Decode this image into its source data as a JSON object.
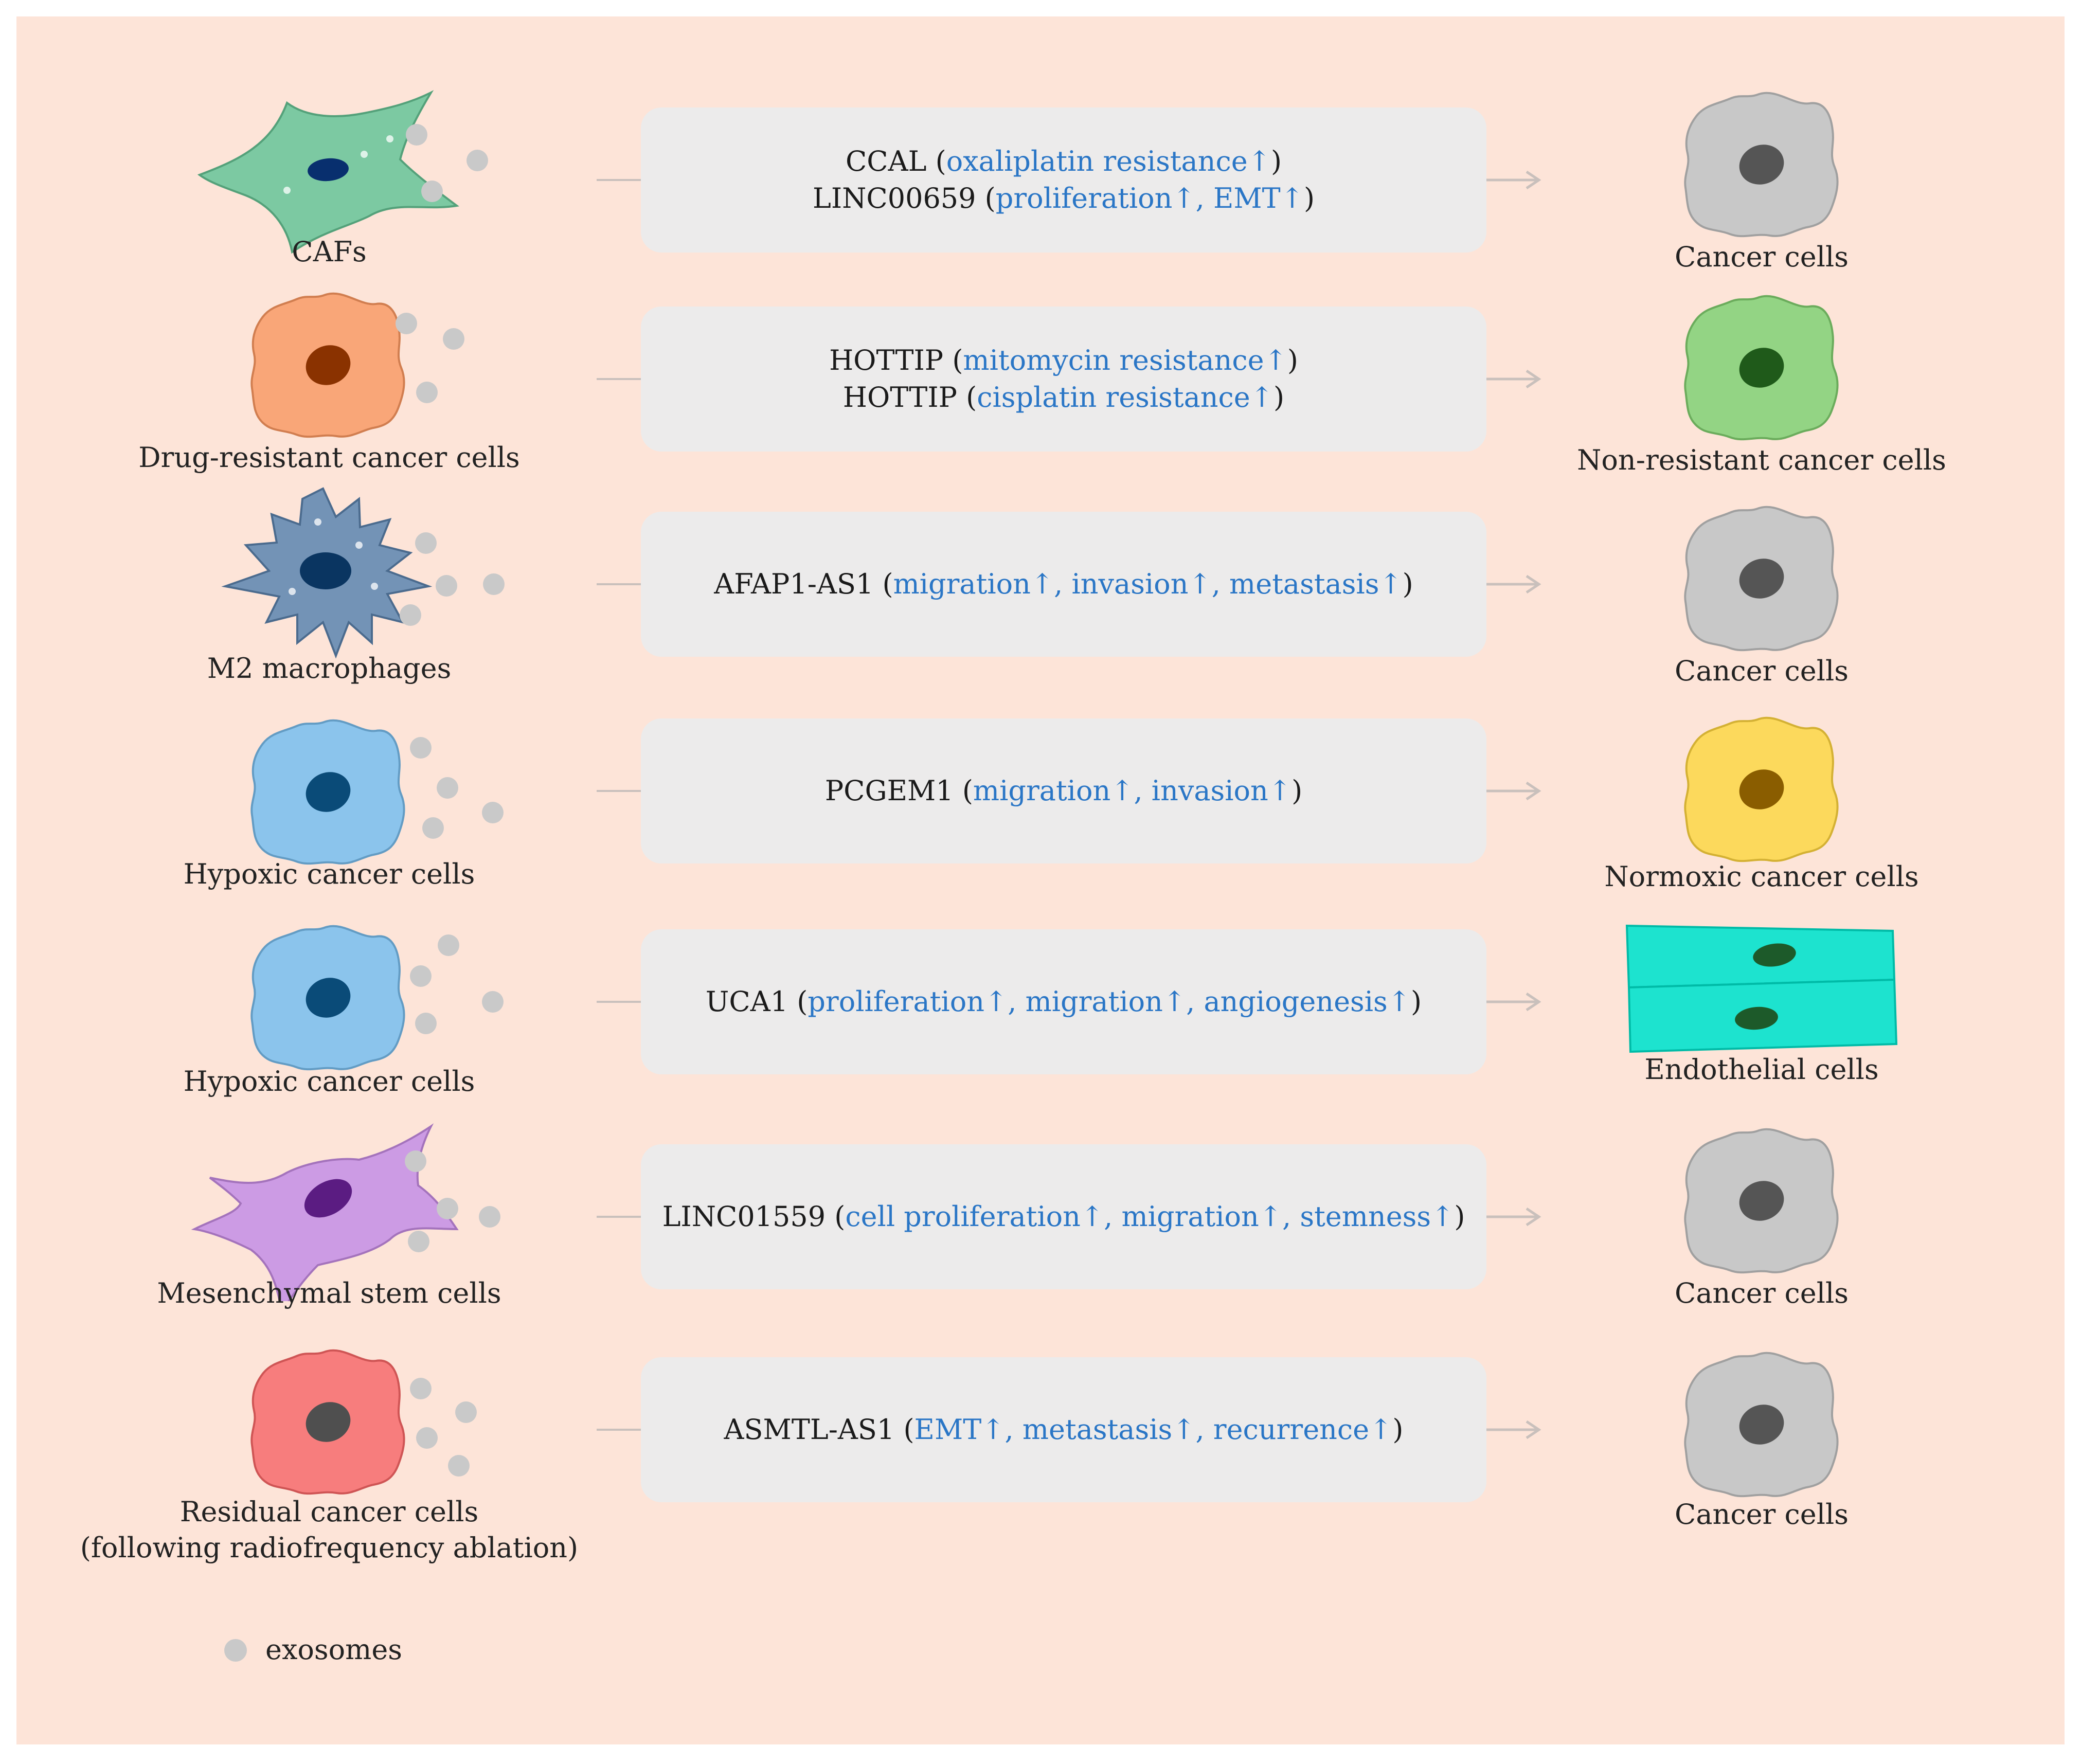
{
  "colors": {
    "background": "#fde4d8",
    "box": "#ecebeb",
    "effect_text": "#2a76c6",
    "exosome": "#c9c9c9",
    "caf": "#7cc9a2",
    "drug_resistant": "#f9a678",
    "m2": "#7393b6",
    "hypoxic": "#8bc4ec",
    "msc": "#cc9be4",
    "residual": "#f77d7d",
    "cancer": "#c8c8c8",
    "non_resistant": "#93d484",
    "normoxic": "#fcd95c",
    "endothelial": "#1de3cf"
  },
  "rows": [
    {
      "source_label": "CAFs",
      "target_label": "Cancer cells",
      "lines": [
        {
          "name": "CCAL",
          "open": " (",
          "effects": "oxaliplatin resistance↑",
          "close": ")"
        },
        {
          "name": "LINC00659",
          "open": " (",
          "effects": "proliferation↑, EMT↑",
          "close": ")"
        }
      ]
    },
    {
      "source_label": "Drug-resistant cancer cells",
      "target_label": "Non-resistant cancer cells",
      "lines": [
        {
          "name": "HOTTIP",
          "open": " (",
          "effects": "mitomycin resistance↑",
          "close": ")"
        },
        {
          "name": "HOTTIP",
          "open": " (",
          "effects": "cisplatin resistance↑",
          "close": ")"
        }
      ]
    },
    {
      "source_label": "M2 macrophages",
      "target_label": "Cancer cells",
      "lines": [
        {
          "name": "AFAP1-AS1",
          "open": " (",
          "effects": "migration↑, invasion↑, metastasis↑",
          "close": ")"
        }
      ]
    },
    {
      "source_label": "Hypoxic cancer cells",
      "target_label": "Normoxic cancer cells",
      "lines": [
        {
          "name": "PCGEM1",
          "open": " (",
          "effects": "migration↑, invasion↑",
          "close": ")"
        }
      ]
    },
    {
      "source_label": "Hypoxic cancer cells",
      "target_label": "Endothelial cells",
      "lines": [
        {
          "name": "UCA1",
          "open": " (",
          "effects": "proliferation↑, migration↑, angiogenesis↑",
          "close": ")"
        }
      ]
    },
    {
      "source_label": "Mesenchymal stem cells",
      "target_label": "Cancer cells",
      "lines": [
        {
          "name": "LINC01559",
          "open": " (",
          "effects": "cell proliferation↑, migration↑, stemness↑",
          "close": ")"
        }
      ]
    },
    {
      "source_label": "Residual cancer cells\n(following radiofrequency ablation)",
      "target_label": "Cancer cells",
      "lines": [
        {
          "name": "ASMTL-AS1",
          "open": " (",
          "effects": "EMT↑, metastasis↑, recurrence↑",
          "close": ")"
        }
      ]
    }
  ],
  "legend": {
    "label": "exosomes"
  }
}
